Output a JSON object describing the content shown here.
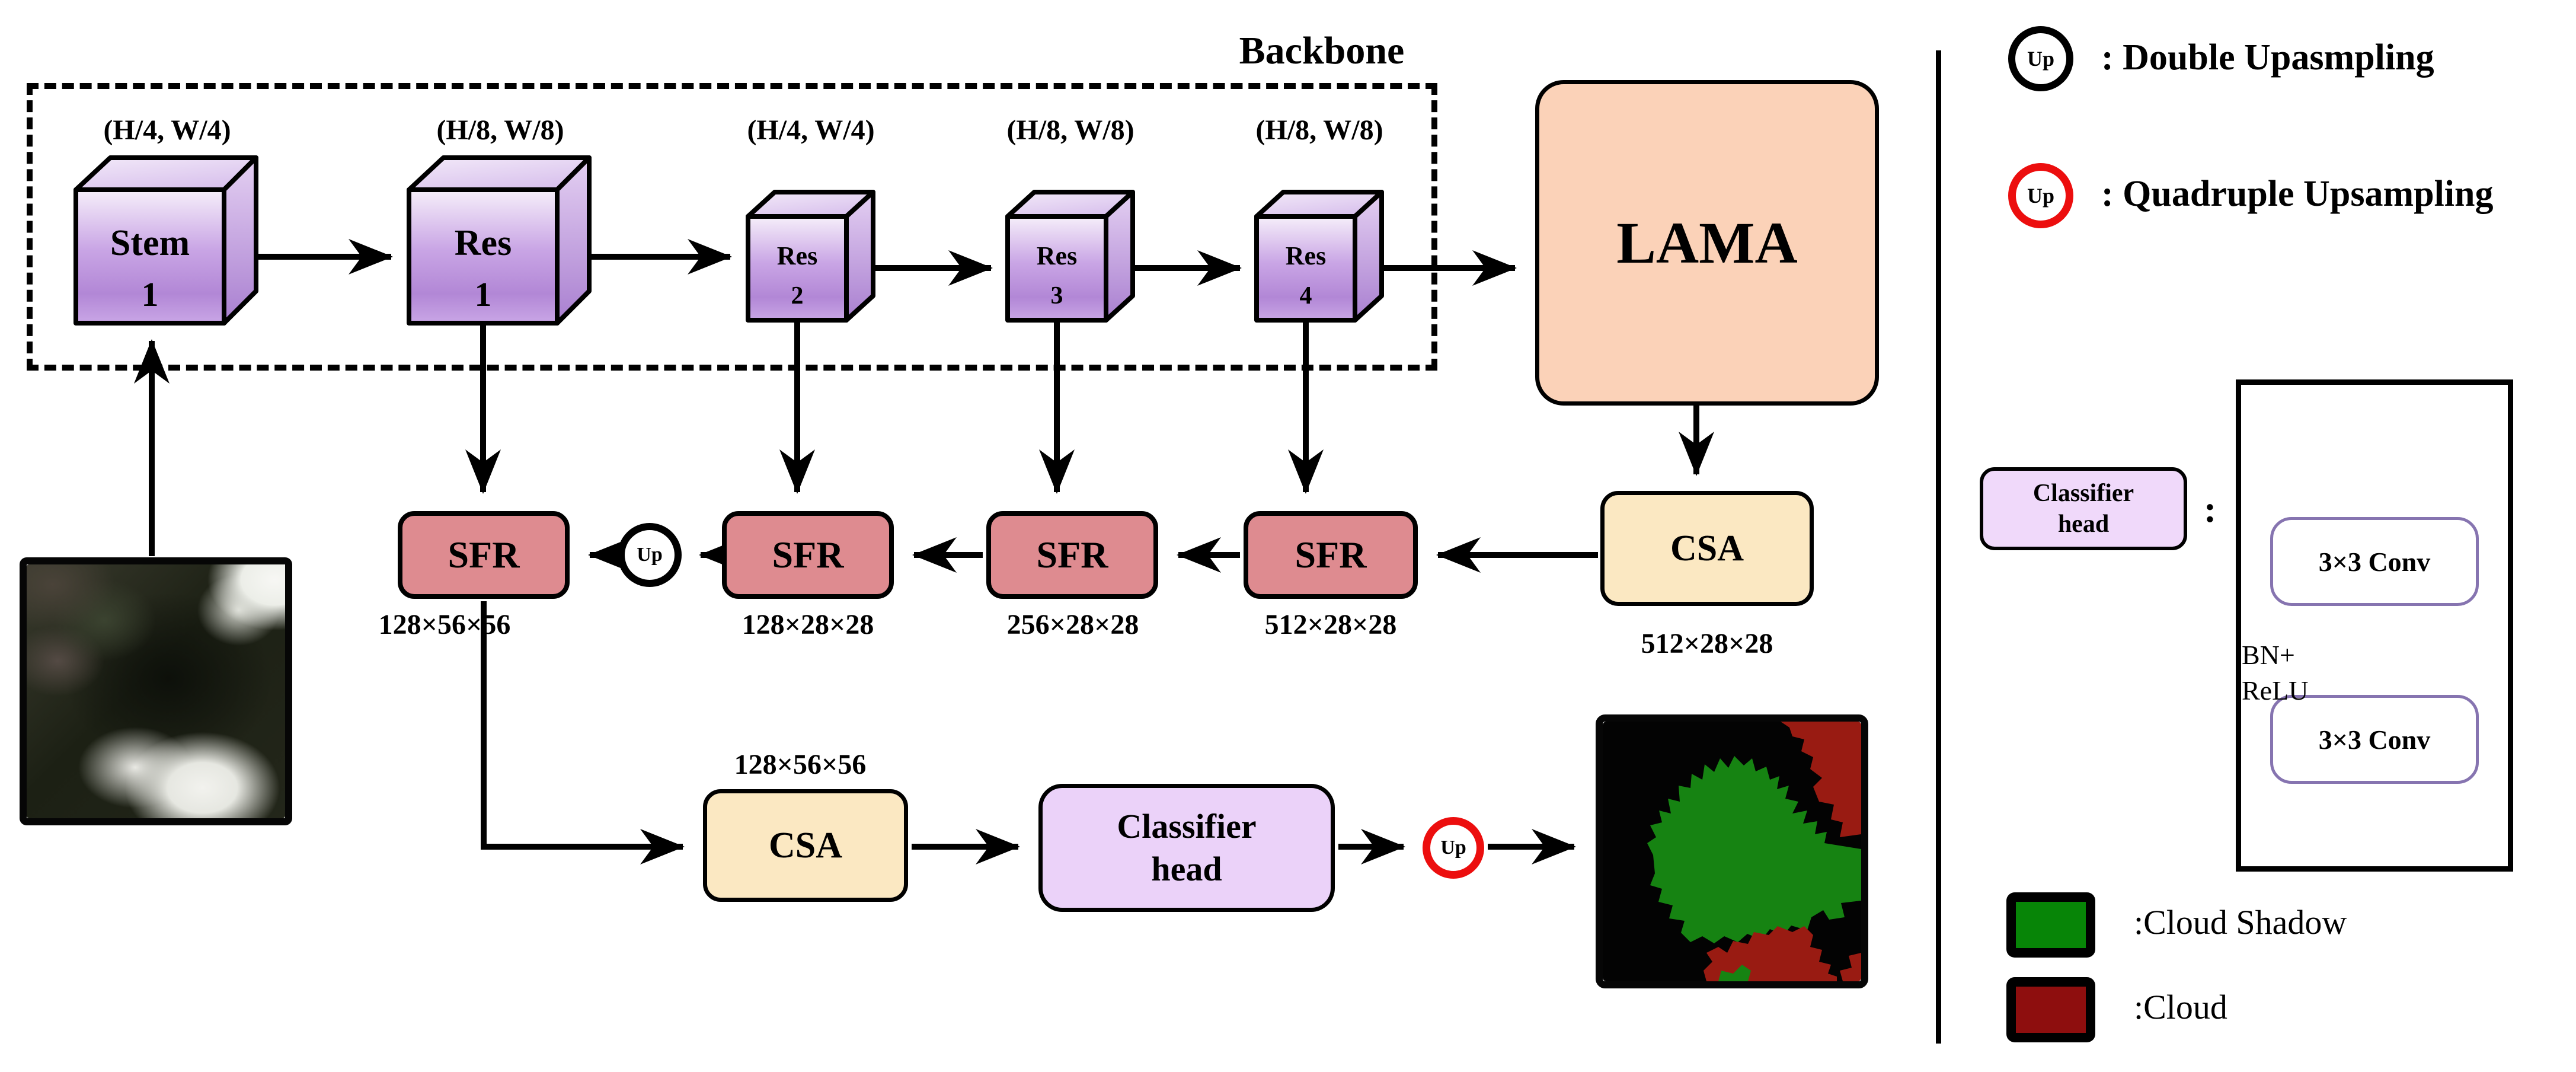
{
  "backbone": {
    "label": "Backbone"
  },
  "cubes": [
    {
      "name": "Stem",
      "num": "1",
      "size": "(H/4, W/4)"
    },
    {
      "name": "Res",
      "num": "1",
      "size": "(H/8, W/8)"
    },
    {
      "name": "Res",
      "num": "2",
      "size": "(H/4, W/4)"
    },
    {
      "name": "Res",
      "num": "3",
      "size": "(H/8, W/8)"
    },
    {
      "name": "Res",
      "num": "4",
      "size": "(H/8, W/8)"
    }
  ],
  "lama": {
    "label": "LAMA"
  },
  "sfr": {
    "label": "SFR"
  },
  "up": {
    "label": "Up"
  },
  "csa": {
    "label": "CSA"
  },
  "classifier": {
    "line1": "Classifier",
    "line2": "head"
  },
  "dims": {
    "sfr1": "128×56×56",
    "sfr2": "128×28×28",
    "sfr3": "256×28×28",
    "sfr4": "512×28×28",
    "csa_top": "512×28×28",
    "csa_bottom": "128×56×56"
  },
  "legend": {
    "double": {
      "icon": "Up",
      "text": ": Double Upasmpling"
    },
    "quadruple": {
      "icon": "Up",
      "text": ": Quadruple Upsampling"
    },
    "classifier_box": {
      "line1": "Classifier",
      "line2": "head",
      "colon": ":"
    },
    "flow": {
      "conv1": "3×3 Conv",
      "bn1": "BN+",
      "bn2": "ReLU",
      "conv2": "3×3 Conv"
    },
    "cloud_shadow": ":Cloud Shadow",
    "cloud": ":Cloud"
  },
  "colors": {
    "sfr": "#DE8B90",
    "csa": "#FBE8C2",
    "lama": "#FBD2B8",
    "classifier": "#EBD2F9",
    "cube_purple": "#B287D6",
    "up_red_ring": "#EC0E0E",
    "cloud_shadow_green": "#078507",
    "cloud_dark_red": "#8E0E0E",
    "map_green": "#168312",
    "map_red": "#991B12"
  }
}
